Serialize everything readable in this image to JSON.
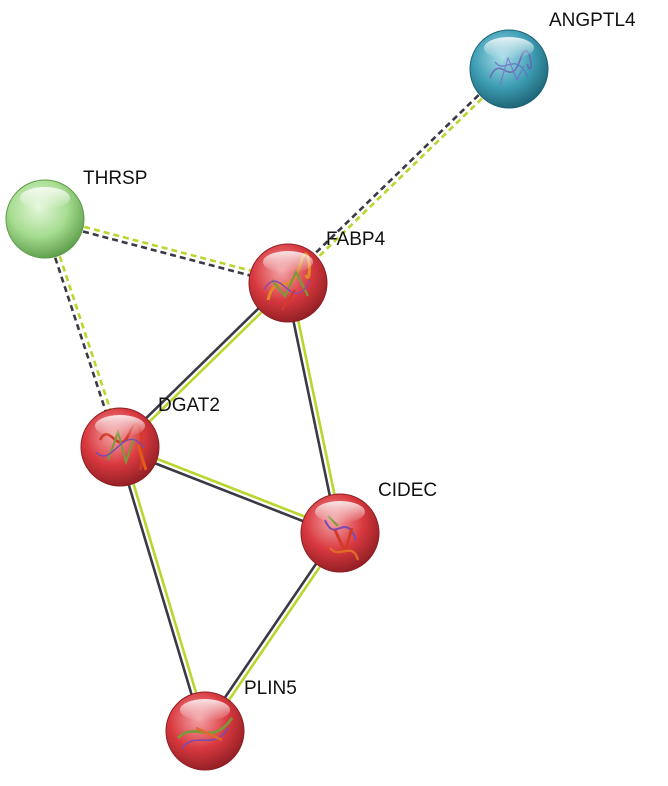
{
  "nodes": [
    {
      "id": "ANGPTL4",
      "label": "ANGPTL4",
      "cluster": "blue"
    },
    {
      "id": "THRSP",
      "label": "THRSP",
      "cluster": "green"
    },
    {
      "id": "FABP4",
      "label": "FABP4",
      "cluster": "red"
    },
    {
      "id": "DGAT2",
      "label": "DGAT2",
      "cluster": "red"
    },
    {
      "id": "CIDEC",
      "label": "CIDEC",
      "cluster": "red"
    },
    {
      "id": "PLIN5",
      "label": "PLIN5",
      "cluster": "red"
    }
  ],
  "edges": [
    {
      "source": "ANGPTL4",
      "target": "FABP4",
      "style": "dashed"
    },
    {
      "source": "THRSP",
      "target": "FABP4",
      "style": "dashed"
    },
    {
      "source": "THRSP",
      "target": "DGAT2",
      "style": "dashed"
    },
    {
      "source": "FABP4",
      "target": "DGAT2",
      "style": "solid"
    },
    {
      "source": "FABP4",
      "target": "CIDEC",
      "style": "solid"
    },
    {
      "source": "DGAT2",
      "target": "CIDEC",
      "style": "solid"
    },
    {
      "source": "DGAT2",
      "target": "PLIN5",
      "style": "solid"
    },
    {
      "source": "CIDEC",
      "target": "PLIN5",
      "style": "solid"
    }
  ],
  "colors": {
    "red": "#d9393f",
    "blue": "#3f9fb5",
    "green": "#8fd07a",
    "edge_dark": "#3a3a46",
    "edge_light": "#b8d62e"
  }
}
